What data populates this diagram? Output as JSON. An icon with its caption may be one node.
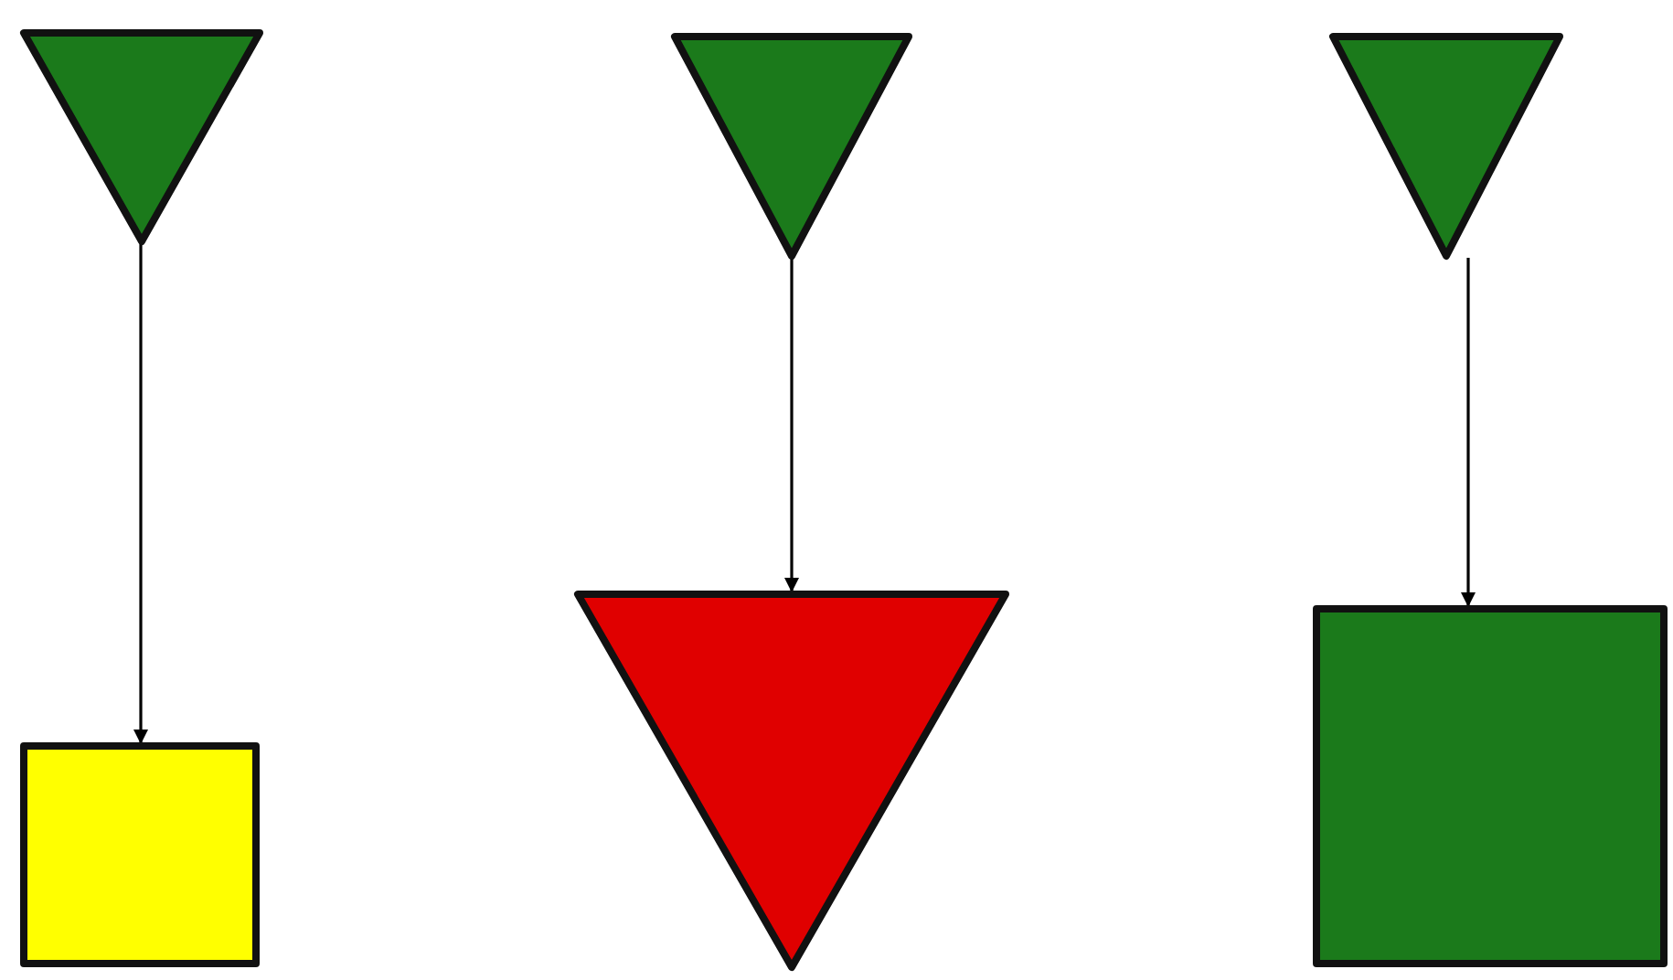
{
  "diagram": {
    "nodes": [
      {
        "text": [],
        "shape": "triangle"
      },
      {
        "text": [],
        "shape": "triangle"
      },
      {
        "text": [],
        "shape": "triangle"
      },
      {
        "text": [],
        "shape": "box"
      },
      {
        "text": [],
        "shape": "triangle"
      },
      {
        "text": [],
        "shape": "box"
      }
    ],
    "edges": [
      {
        "from": 0,
        "to": 3,
        "arrow": "to"
      },
      {
        "from": 1,
        "to": 4,
        "arrow": "to"
      },
      {
        "from": 2,
        "to": 5,
        "arrow": "to"
      }
    ]
  }
}
